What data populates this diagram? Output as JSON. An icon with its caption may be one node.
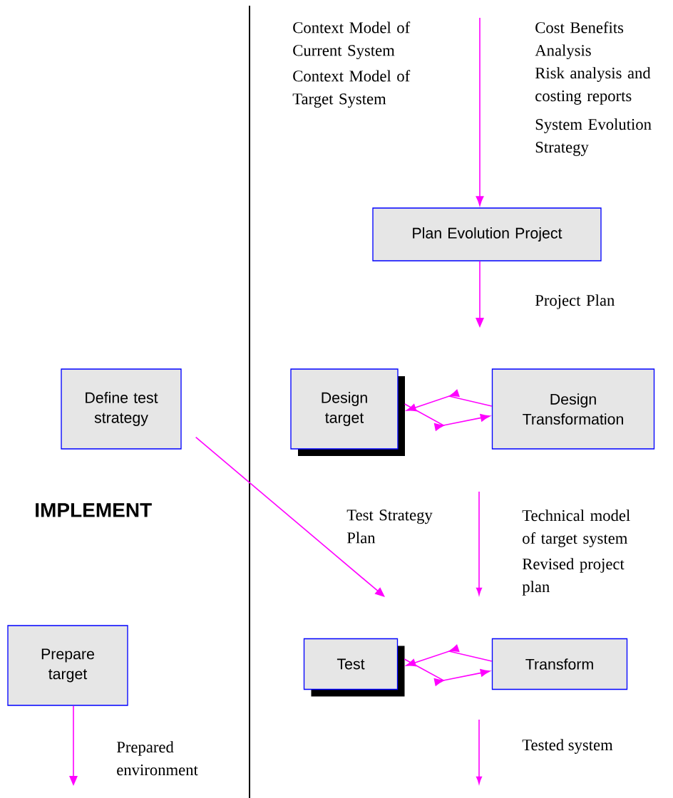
{
  "diagram": {
    "nodes": [
      {
        "text": [
          "Plan Evolution Project"
        ]
      },
      {
        "text": [
          "Define test strategy"
        ]
      },
      {
        "text": [
          "Design target"
        ]
      },
      {
        "text": [
          "Design Transformation"
        ]
      },
      {
        "text": [
          "Prepare target"
        ]
      },
      {
        "text": [
          "Test"
        ]
      },
      {
        "text": [
          "Transform"
        ]
      }
    ],
    "edges": [
      {
        "from": null,
        "to": 0,
        "arrow": "to"
      },
      {
        "from": 0,
        "to": null,
        "arrow": "to",
        "label": "Project Plan"
      },
      {
        "from": 2,
        "to": 3,
        "arrow": "to"
      },
      {
        "from": 3,
        "to": 2,
        "arrow": "to"
      },
      {
        "from": 1,
        "to": null,
        "arrow": "to"
      },
      {
        "from": 5,
        "to": 6,
        "arrow": "to"
      },
      {
        "from": 6,
        "to": 5,
        "arrow": "to"
      },
      {
        "from": 4,
        "to": null,
        "arrow": "to",
        "label": "Prepared environment"
      }
    ],
    "labels": [
      "Context Model of Current System",
      "Context Model of Target System",
      "Cost Benefits Analysis",
      "Risk analysis and costing reports",
      "System Evolution Strategy",
      "IMPLEMENT",
      "Test Strategy Plan",
      "Technical model of target system",
      "Revised project plan",
      "Tested system"
    ]
  }
}
